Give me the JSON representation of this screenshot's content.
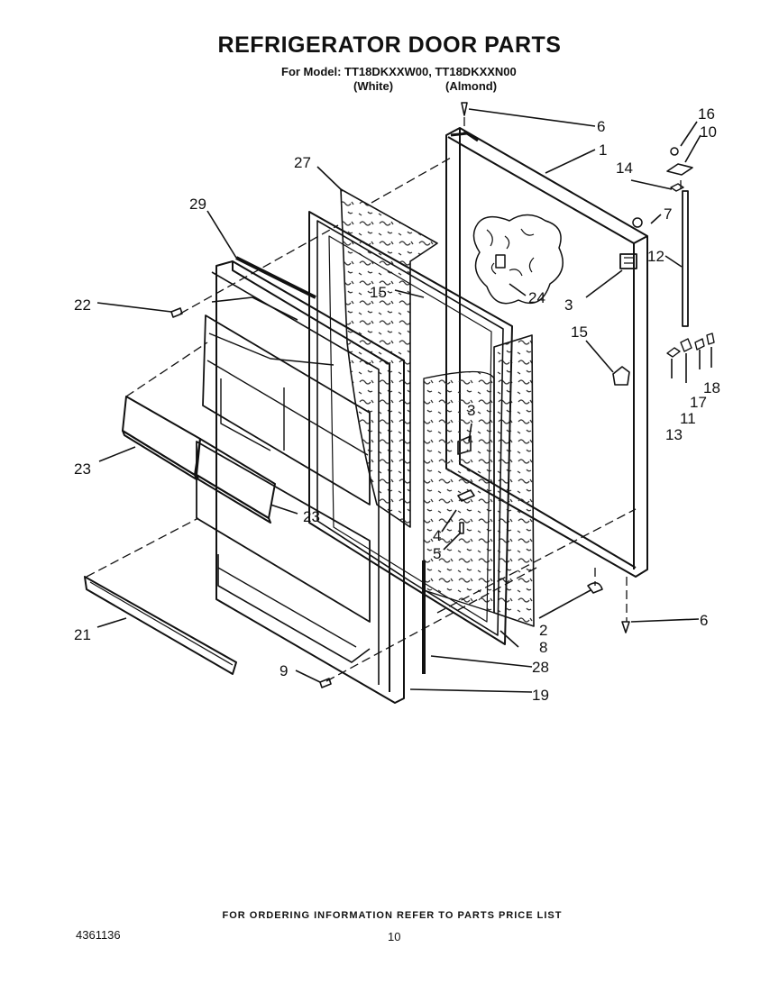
{
  "title": "REFRIGERATOR DOOR PARTS",
  "model_line": "For Model: TT18DKXXW00, TT18DKXXN00",
  "color_white": "(White)",
  "color_almond": "(Almond)",
  "ordering_note": "FOR ORDERING INFORMATION REFER TO PARTS PRICE LIST",
  "document_number": "4361136",
  "page_number": "10",
  "callouts": {
    "c1": "1",
    "c2": "2",
    "c3a": "3",
    "c3b": "3",
    "c4": "4",
    "c5": "5",
    "c6a": "6",
    "c6b": "6",
    "c7": "7",
    "c8": "8",
    "c9": "9",
    "c10": "10",
    "c11": "11",
    "c12": "12",
    "c13": "13",
    "c14": "14",
    "c15a": "15",
    "c15b": "15",
    "c16": "16",
    "c17": "17",
    "c18": "18",
    "c19": "19",
    "c21": "21",
    "c22": "22",
    "c23a": "23",
    "c23b": "23",
    "c24": "24",
    "c27": "27",
    "c28": "28",
    "c29": "29"
  }
}
